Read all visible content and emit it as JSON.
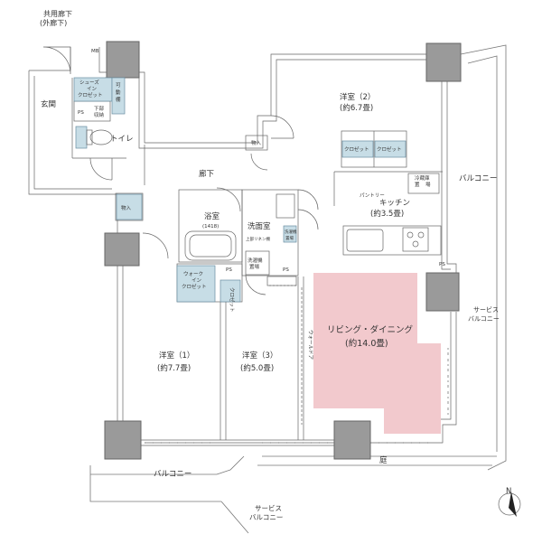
{
  "labels": {
    "common_corridor": "共用廊下",
    "common_corridor_sub": "(外廊下)",
    "mb": "MB",
    "entrance": "玄関",
    "shoes_closet_1": "シューズ",
    "shoes_closet_2": "イン",
    "shoes_closet_3": "クロゼット",
    "movable_shelf_1": "可",
    "movable_shelf_2": "動",
    "movable_shelf_3": "棚",
    "ps_entrance": "PS",
    "shelf_small_1": "下部",
    "shelf_small_2": "収納",
    "toilet": "トイレ",
    "western_room_2": "洋室（2）",
    "western_room_2_size": "(約6.7畳)",
    "closet_a": "クロゼット",
    "closet_b": "クロゼット",
    "storage_hall": "物入",
    "corridor": "廊下",
    "fridge_1": "冷蔵庫",
    "fridge_2": "置",
    "fridge_3": "場",
    "pantry": "パントリー",
    "kitchen": "キッチン",
    "kitchen_size": "(約3.5畳)",
    "balcony_east": "バルコニー",
    "storage_left": "物入",
    "bathroom": "浴室",
    "bathroom_size": "(1418)",
    "washroom": "洗面室",
    "upper_linen": "上部リネン棚",
    "laundry_1": "洗濯機",
    "laundry_2": "置場",
    "ps_bath": "PS",
    "ps_wash": "PS",
    "wic_1": "ウォーク",
    "wic_2": "イン",
    "wic_3": "クロゼット",
    "closet_small": "クロゼット",
    "ps_kitchen": "PS",
    "service_balcony_east_1": "サービス",
    "service_balcony_east_2": "バルコニー",
    "living_dining": "リビング・ダイニング",
    "living_dining_size": "(約14.0畳)",
    "wall_door": "ウォールドア",
    "western_room_1": "洋室（1）",
    "western_room_1_size": "(約7.7畳)",
    "western_room_3": "洋室（3）",
    "western_room_3_size": "(約5.0畳)",
    "garden": "庭",
    "balcony_south": "バルコニー",
    "service_balcony_south_1": "サービス",
    "service_balcony_south_2": "バルコニー",
    "north": "N"
  },
  "colors": {
    "living_highlight": "#f2c9cd",
    "storage_blue": "#c7dde6",
    "column_gray": "#9a9a9a",
    "wall_line": "#555555"
  }
}
